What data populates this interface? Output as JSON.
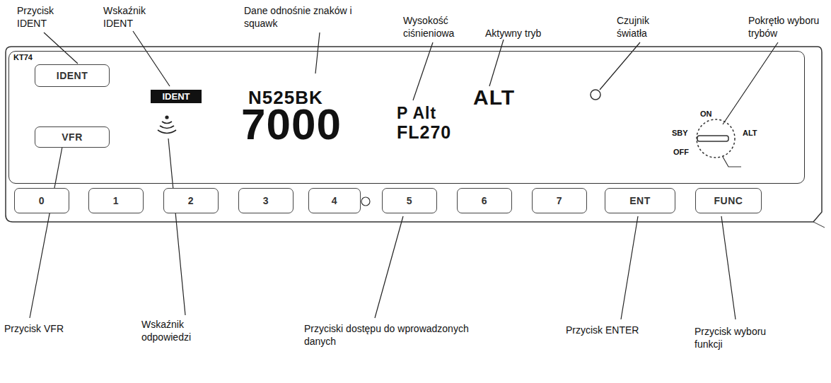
{
  "diagram": {
    "nodes": [
      {
        "text": [
          "KT74"
        ]
      },
      {
        "text": [
          "IDENT"
        ],
        "in": 0
      },
      {
        "text": [
          "N525BK",
          "7000",
          "P Alt",
          "FL270",
          "ALT"
        ],
        "in": 0
      },
      {
        "text": [
          "IDENT"
        ],
        "in": 2
      },
      {
        "text": [
          "VFR"
        ],
        "in": 0
      },
      {
        "text": [
          "0"
        ]
      },
      {
        "text": [
          "1"
        ]
      },
      {
        "text": [
          "2"
        ]
      },
      {
        "text": [
          "3"
        ]
      },
      {
        "text": [
          "4"
        ]
      },
      {
        "text": [
          "5"
        ]
      },
      {
        "text": [
          "6"
        ]
      },
      {
        "text": [
          "7"
        ]
      },
      {
        "text": [
          "ENT"
        ]
      },
      {
        "text": [
          "FUNC"
        ]
      }
    ],
    "labels": [
      "Przycisk IDENT",
      "Wskaźnik IDENT",
      "Dane odnośnie znaków i squawk",
      "Wysokość ciśnieniowa",
      "Aktywny tryb",
      "Czujnik światła",
      "Pokrętło wyboru trybów",
      "SBY",
      "ON",
      "ALT",
      "OFF",
      "Przycisk VFR",
      "Wskaźnik odpowiedzi",
      "Przyciski dostępu do wprowadzonych danych",
      "Przycisk ENTER",
      "Przycisk wyboru funkcji"
    ]
  }
}
